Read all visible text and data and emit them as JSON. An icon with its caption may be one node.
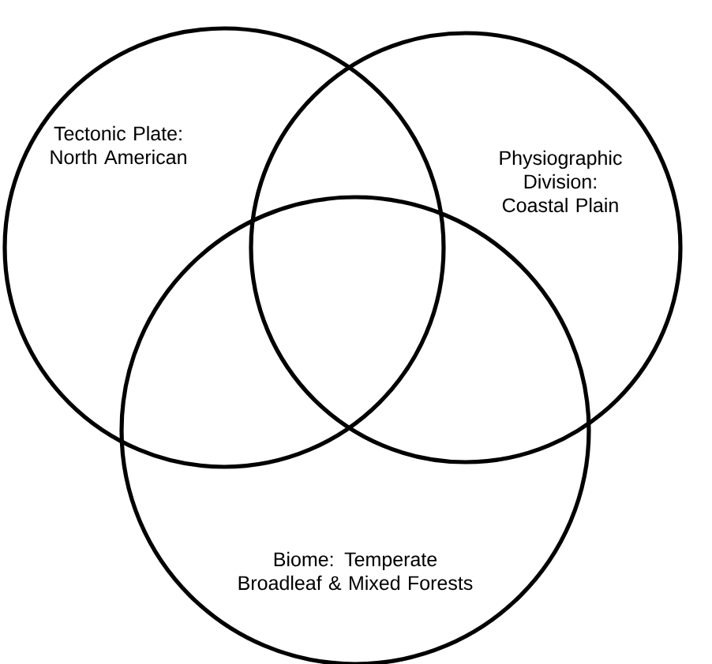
{
  "diagram": {
    "nodes": [
      {
        "text": [
          "Tectonic Plate: North American"
        ]
      },
      {
        "text": [
          "Physiographic Division: Coastal Plain"
        ]
      },
      {
        "text": [
          "Biome: Temperate Broadleaf & Mixed Forests"
        ]
      }
    ]
  }
}
